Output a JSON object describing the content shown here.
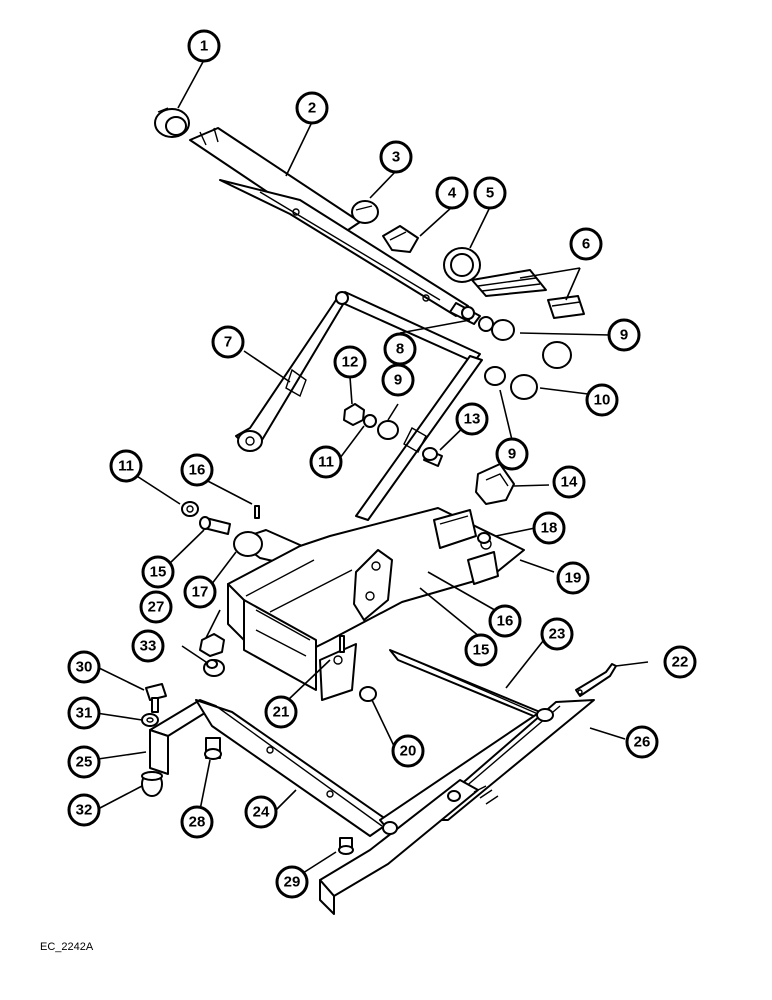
{
  "figure_code": "EC_2242A",
  "callouts": [
    {
      "label": "1"
    },
    {
      "label": "2"
    },
    {
      "label": "3"
    },
    {
      "label": "4"
    },
    {
      "label": "5"
    },
    {
      "label": "6"
    },
    {
      "label": "7"
    },
    {
      "label": "8"
    },
    {
      "label": "9"
    },
    {
      "label": "9"
    },
    {
      "label": "9"
    },
    {
      "label": "10"
    },
    {
      "label": "11"
    },
    {
      "label": "11"
    },
    {
      "label": "12"
    },
    {
      "label": "13"
    },
    {
      "label": "14"
    },
    {
      "label": "15"
    },
    {
      "label": "15"
    },
    {
      "label": "16"
    },
    {
      "label": "16"
    },
    {
      "label": "17"
    },
    {
      "label": "18"
    },
    {
      "label": "19"
    },
    {
      "label": "20"
    },
    {
      "label": "21"
    },
    {
      "label": "22"
    },
    {
      "label": "23"
    },
    {
      "label": "24"
    },
    {
      "label": "25"
    },
    {
      "label": "26"
    },
    {
      "label": "27"
    },
    {
      "label": "28"
    },
    {
      "label": "29"
    },
    {
      "label": "30"
    },
    {
      "label": "31"
    },
    {
      "label": "32"
    },
    {
      "label": "33"
    }
  ]
}
